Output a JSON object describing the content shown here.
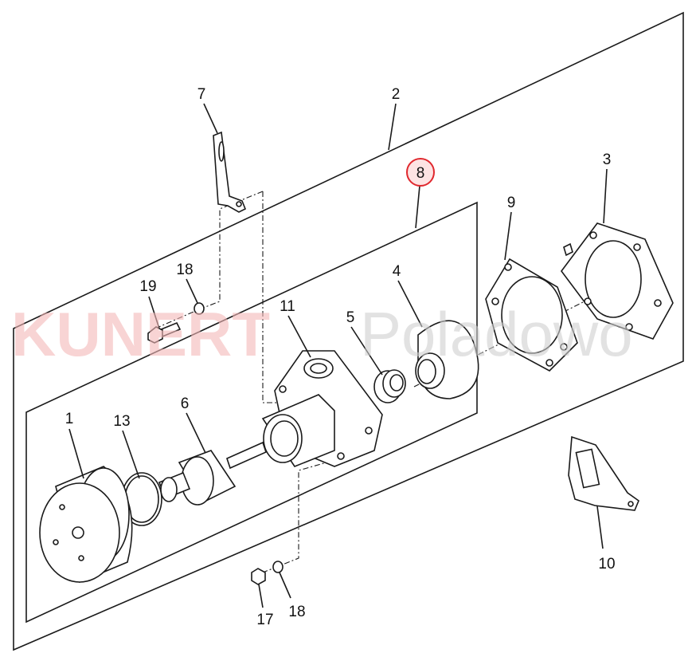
{
  "watermark": {
    "brand": "KUNERT",
    "place": "Poladowo"
  },
  "callouts": {
    "p1": "1",
    "p2": "2",
    "p3": "3",
    "p4": "4",
    "p5": "5",
    "p6": "6",
    "p7": "7",
    "p8": "8",
    "p9": "9",
    "p10": "10",
    "p11": "11",
    "p13": "13",
    "p17": "17",
    "p18_top": "18",
    "p18_bottom": "18",
    "p19": "19"
  },
  "colors": {
    "highlight": "#e0282e",
    "highlight_fill": "#fde3e3"
  }
}
